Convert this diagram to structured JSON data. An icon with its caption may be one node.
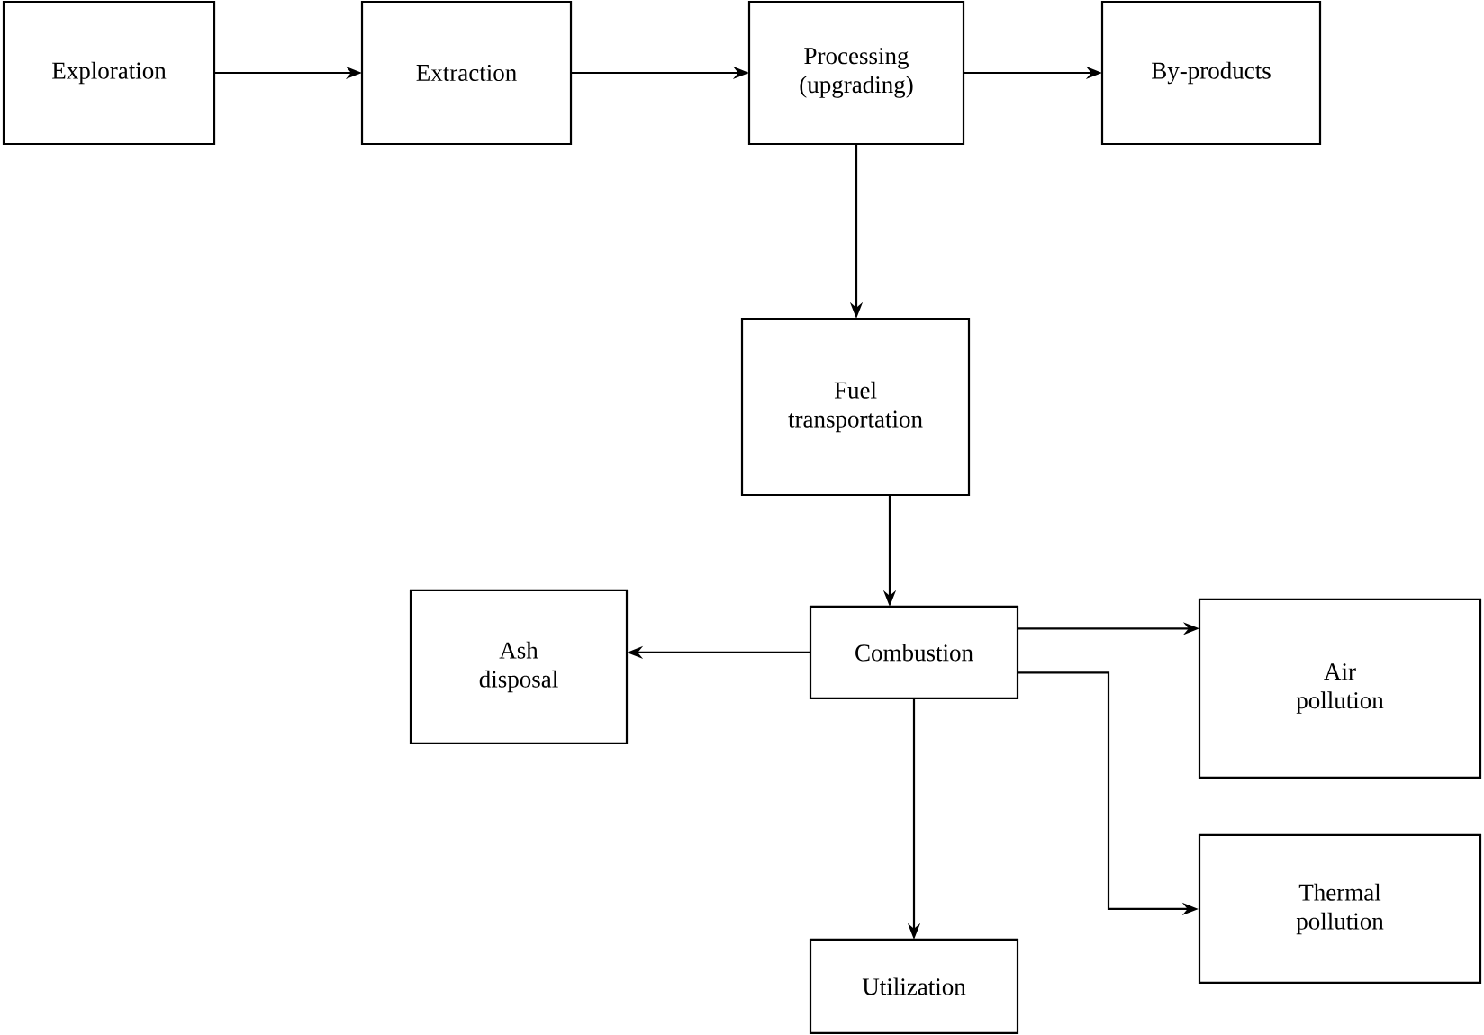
{
  "diagram": {
    "nodes": [
      {
        "text": [
          "Exploration"
        ]
      },
      {
        "text": [
          "Extraction"
        ]
      },
      {
        "text": [
          "Processing (upgrading)"
        ]
      },
      {
        "text": [
          "By-products"
        ]
      },
      {
        "text": [
          "Fuel transportation"
        ]
      },
      {
        "text": [
          "Combustion"
        ]
      },
      {
        "text": [
          "Ash disposal"
        ]
      },
      {
        "text": [
          "Air pollution"
        ]
      },
      {
        "text": [
          "Thermal pollution"
        ]
      },
      {
        "text": [
          "Utilization"
        ]
      }
    ],
    "edges": [
      {
        "from": 0,
        "to": 1,
        "arrow": "to"
      },
      {
        "from": 1,
        "to": 2,
        "arrow": "to"
      },
      {
        "from": 2,
        "to": 3,
        "arrow": "to"
      },
      {
        "from": 2,
        "to": 4,
        "arrow": "to"
      },
      {
        "from": 4,
        "to": 5,
        "arrow": "to"
      },
      {
        "from": 5,
        "to": 6,
        "arrow": "to"
      },
      {
        "from": 5,
        "to": 7,
        "arrow": "to"
      },
      {
        "from": 5,
        "to": 8,
        "arrow": "to"
      },
      {
        "from": 5,
        "to": 9,
        "arrow": "to"
      }
    ]
  }
}
